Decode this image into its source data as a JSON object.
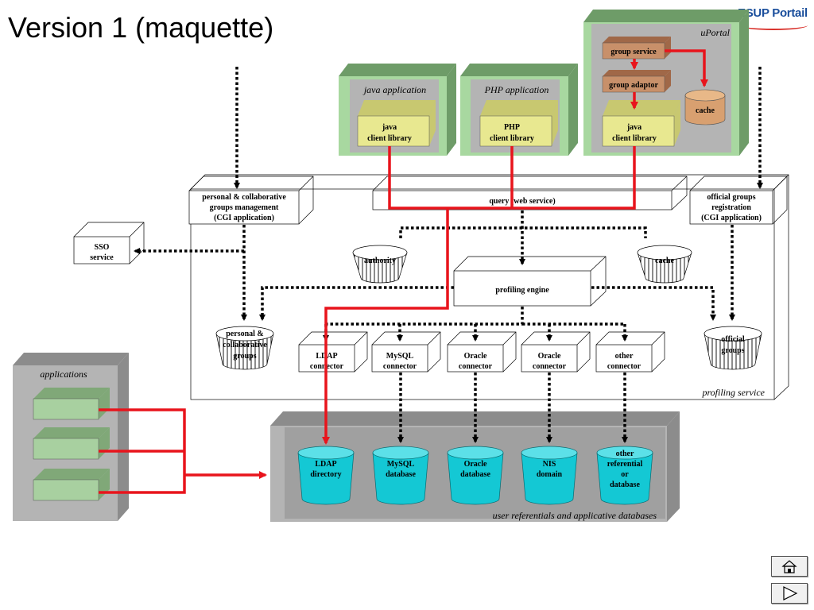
{
  "slide": {
    "title": "Version 1 (maquette)",
    "logo_text": "ESUP Portail"
  },
  "containers": {
    "uportal": "uPortal",
    "java_application": "java application",
    "php_application": "PHP application",
    "applications": "applications",
    "profiling_service": "profiling service",
    "user_referentials": "user referentials and applicative databases"
  },
  "boxes": {
    "group_service": "group service",
    "group_adaptor": "group adaptor",
    "java_client_library_top": "java",
    "java_client_library_bottom": "client library",
    "php_client_library_top": "PHP",
    "php_client_library_bottom": "client library",
    "uportal_java_client_top": "java",
    "uportal_java_client_bottom": "client library",
    "query": "query (web service)",
    "personal_mgmt_1": "personal & collaborative",
    "personal_mgmt_2": "groups management",
    "personal_mgmt_3": "(CGI application)",
    "official_reg_1": "official groups",
    "official_reg_2": "registration",
    "official_reg_3": "(CGI application)",
    "sso_1": "SSO",
    "sso_2": "service",
    "profiling_engine": "profiling engine",
    "ldap_conn_1": "LDAP",
    "ldap_conn_2": "connector",
    "mysql_conn_1": "MySQL",
    "mysql_conn_2": "connector",
    "oracle_conn_a_1": "Oracle",
    "oracle_conn_a_2": "connector",
    "oracle_conn_b_1": "Oracle",
    "oracle_conn_b_2": "connector",
    "other_conn_1": "other",
    "other_conn_2": "connector"
  },
  "stores": {
    "cache_uportal": "cache",
    "authority": "authority",
    "cache": "cache",
    "personal_groups_1": "personal &",
    "personal_groups_2": "collaborative",
    "personal_groups_3": "groups",
    "official_groups_1": "official",
    "official_groups_2": "groups",
    "ldap_dir_1": "LDAP",
    "ldap_dir_2": "directory",
    "mysql_db_1": "MySQL",
    "mysql_db_2": "database",
    "oracle_db_1": "Oracle",
    "oracle_db_2": "database",
    "nis_1": "NIS",
    "nis_2": "domain",
    "other_ref_1": "other",
    "other_ref_2": "referential",
    "other_ref_3": "or",
    "other_ref_4": "database"
  },
  "colors": {
    "red_flow": "#e8141c",
    "green_container": "#a8d8a0",
    "green_container_dark": "#80b878",
    "grey_container": "#b4b4b4",
    "grey_container_dark": "#8c8c8c",
    "brown_box": "#c8906a",
    "yellow_box": "#e8e890",
    "cyan_db": "#14c8d4",
    "app_box": "#a8d0a0"
  }
}
